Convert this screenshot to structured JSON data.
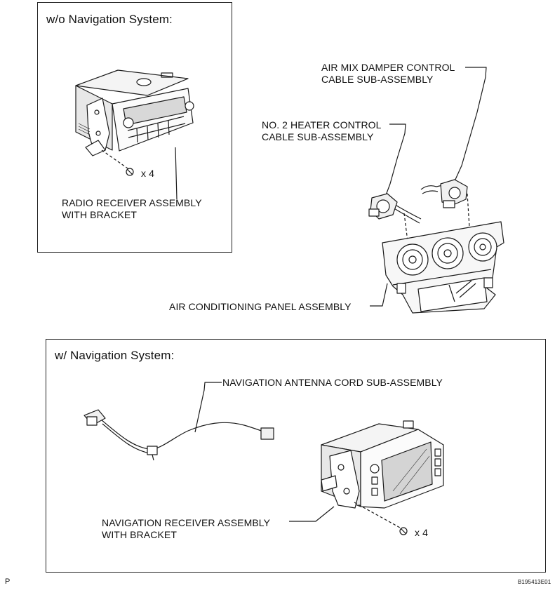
{
  "panel_top": {
    "title": "w/o Navigation System:"
  },
  "panel_bottom": {
    "title": "w/ Navigation System:"
  },
  "labels": {
    "radio_receiver": "RADIO RECEIVER ASSEMBLY\nWITH BRACKET",
    "screw_qty_top": "x 4",
    "air_mix_cable": "AIR MIX DAMPER CONTROL\nCABLE SUB-ASSEMBLY",
    "heater_cable": "NO. 2 HEATER CONTROL\nCABLE SUB-ASSEMBLY",
    "ac_panel": "AIR CONDITIONING PANEL ASSEMBLY",
    "nav_antenna": "NAVIGATION ANTENNA CORD SUB-ASSEMBLY",
    "nav_receiver": "NAVIGATION RECEIVER ASSEMBLY\nWITH BRACKET",
    "screw_qty_bottom": "x 4"
  },
  "footer": {
    "left_mark": "P",
    "figure_code": "B195413E01"
  }
}
